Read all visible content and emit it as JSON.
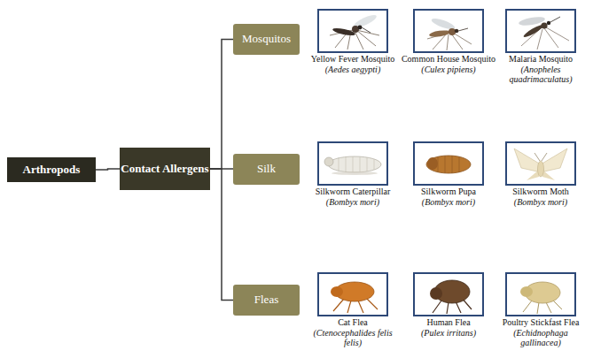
{
  "diagram": {
    "nodes": [
      {
        "text": [
          "Arthropods"
        ]
      },
      {
        "text": [
          "Contact Allergens"
        ]
      },
      {
        "text": [
          "Mosquitos"
        ]
      },
      {
        "text": [
          "Silk"
        ]
      },
      {
        "text": [
          "Fleas"
        ]
      },
      {
        "text": [
          "Yellow Fever Mosquito",
          "(Aedes aegypti)"
        ]
      },
      {
        "text": [
          "Common House Mosquito",
          "(Culex pipiens)"
        ]
      },
      {
        "text": [
          "Malaria Mosquito",
          "(Anopheles quadrimaculatus)"
        ]
      },
      {
        "text": [
          "Silkworm Caterpillar",
          "(Bombyx mori)"
        ]
      },
      {
        "text": [
          "Silkworm Pupa",
          "(Bombyx mori)"
        ]
      },
      {
        "text": [
          "Silkworm Moth",
          "(Bombyx mori)"
        ]
      },
      {
        "text": [
          "Cat Flea",
          "(Ctenocephalides felis felis)"
        ]
      },
      {
        "text": [
          "Human Flea",
          "(Pulex irritans)"
        ]
      },
      {
        "text": [
          "Poultry Stickfast Flea",
          "(Echidnophaga gallinacea)"
        ]
      }
    ],
    "edges": [
      {
        "from": 0,
        "to": 1,
        "arrow": "none"
      },
      {
        "from": 1,
        "to": 2,
        "arrow": "none"
      },
      {
        "from": 1,
        "to": 3,
        "arrow": "none"
      },
      {
        "from": 1,
        "to": 4,
        "arrow": "none"
      }
    ]
  }
}
